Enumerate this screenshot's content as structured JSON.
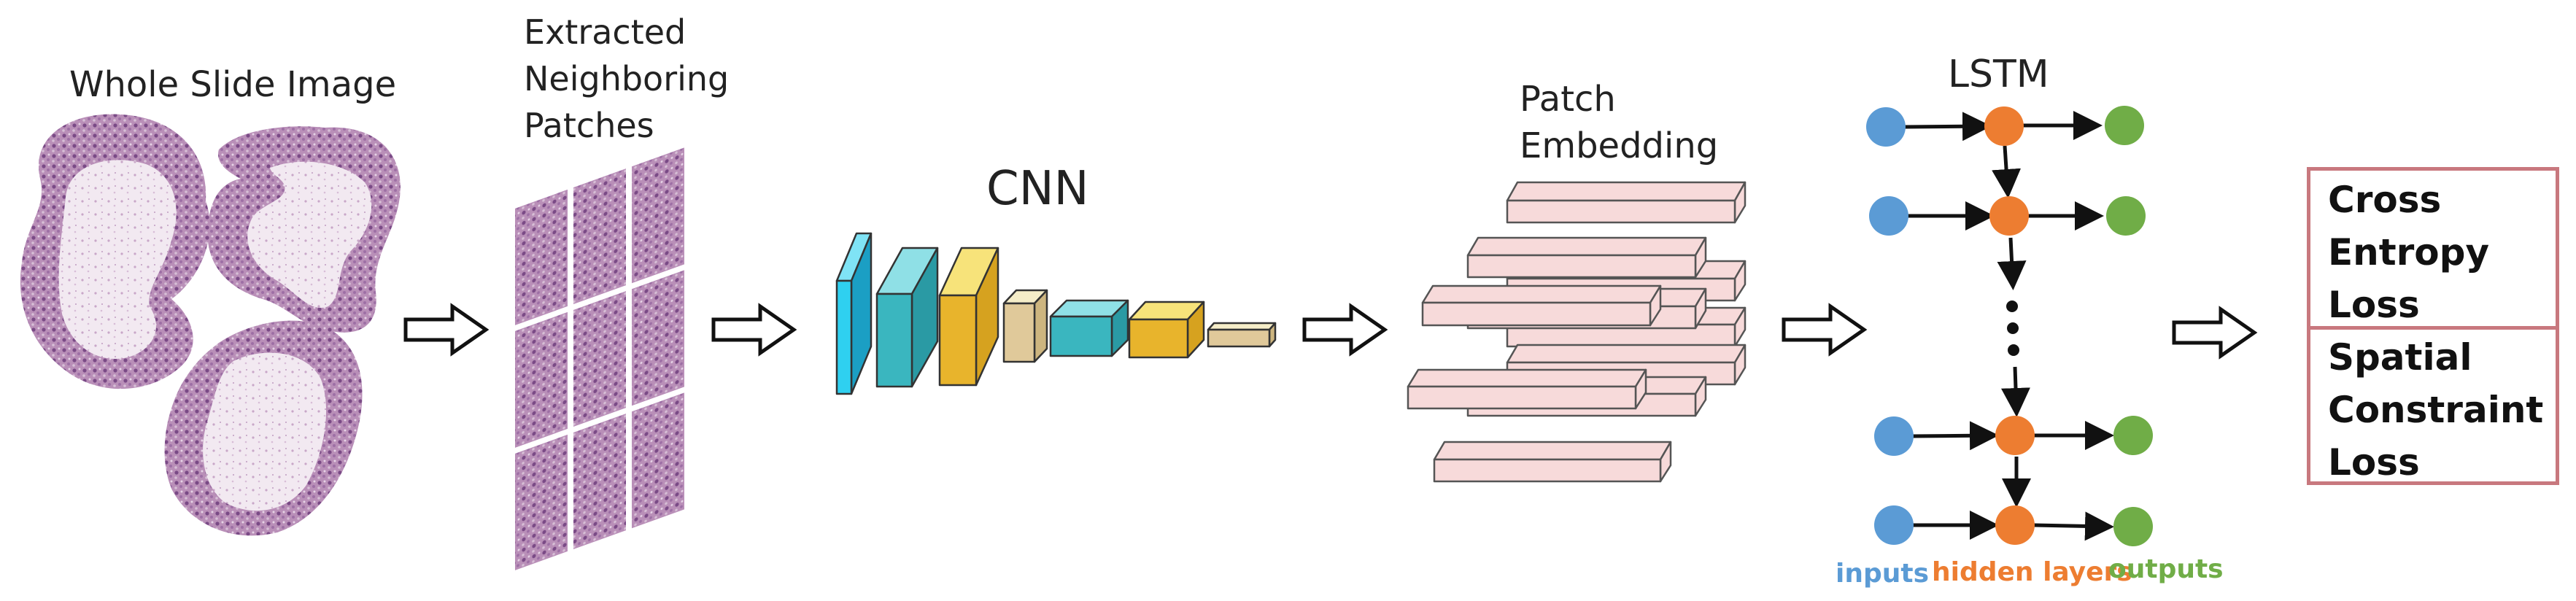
{
  "labels": {
    "wsi": "Whole Slide Image",
    "patches": [
      "Extracted",
      "Neighboring",
      "Patches"
    ],
    "cnn": "CNN",
    "embedding": [
      "Patch",
      "Embedding"
    ],
    "lstm": "LSTM"
  },
  "legend": {
    "inputs": "inputs",
    "hidden": "hidden layers",
    "outputs": "outputs"
  },
  "losses": {
    "cross_entropy": [
      "Cross",
      "Entropy",
      "Loss"
    ],
    "spatial": [
      "Spatial",
      "Constraint",
      "Loss"
    ]
  },
  "colors": {
    "inputs": "#5b9bd5",
    "hidden": "#ed7d31",
    "outputs": "#70ad47",
    "tissue": "#7a4a86",
    "embedding_fill": "#f7dada",
    "loss_border": "#c8787e"
  }
}
